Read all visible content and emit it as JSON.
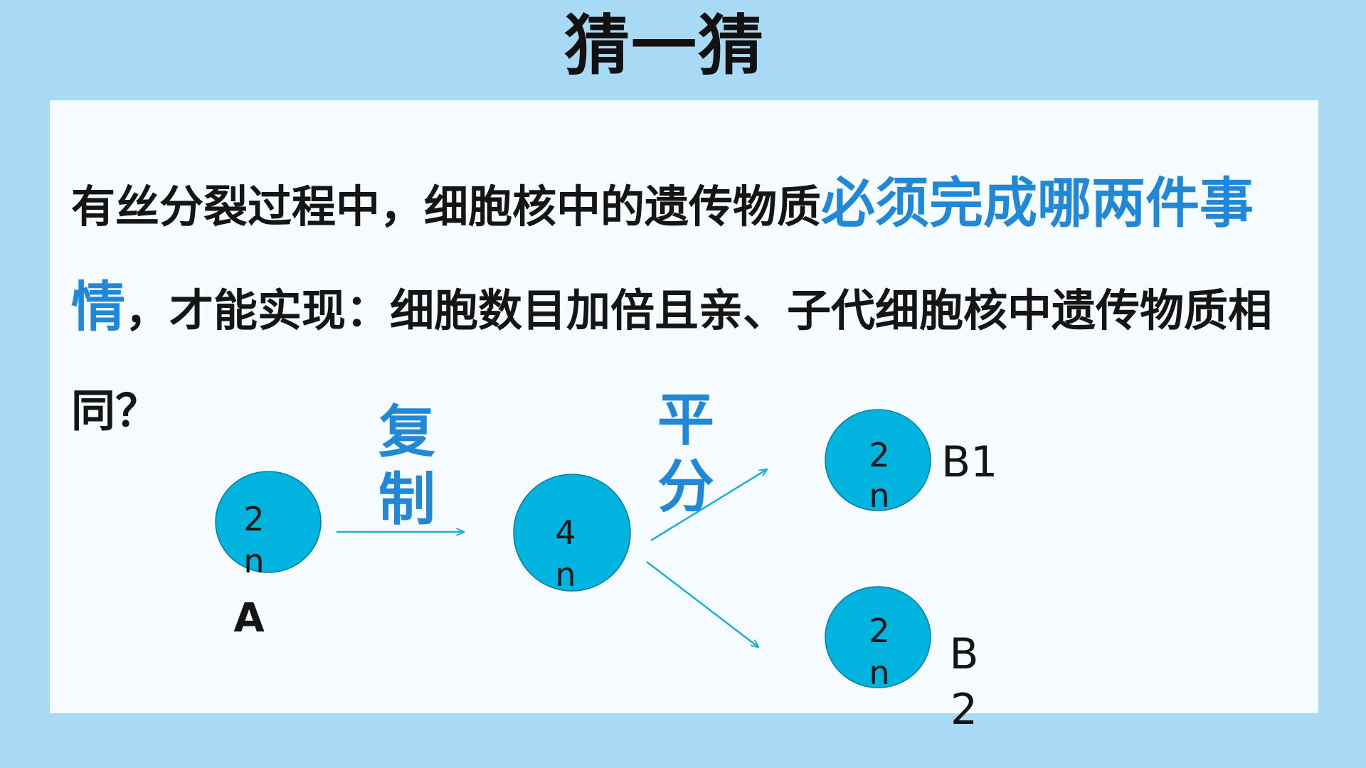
{
  "title": "猜一猜",
  "question": {
    "part1": "有丝分裂过程中，细胞核中的遗传物质",
    "highlight": "必须完成哪两件事情",
    "part2": "，才能实现：细胞数目加倍且亲、子代细胞核中遗传物质相同？"
  },
  "diagram": {
    "step_replicate": {
      "line1": "复",
      "line2": "制"
    },
    "step_divide": {
      "line1": "平",
      "line2": "分"
    },
    "cell_a": {
      "line1": "2",
      "line2": "n",
      "label": "A"
    },
    "cell_mid": {
      "line1": "4",
      "line2": "n"
    },
    "cell_b1": {
      "line1": "2",
      "line2": "n",
      "label": "B1"
    },
    "cell_b2": {
      "line1": "2",
      "line2": "n",
      "label_line1": "B",
      "label_line2": "2"
    }
  },
  "colors": {
    "background": "#a8daf6",
    "panel": "#f5fbfe",
    "cell_fill": "#00b4e0",
    "cell_stroke": "#0a7aa5",
    "arrow": "#1db0d6",
    "highlight_text": "#2088d6",
    "body_text": "#151515"
  }
}
